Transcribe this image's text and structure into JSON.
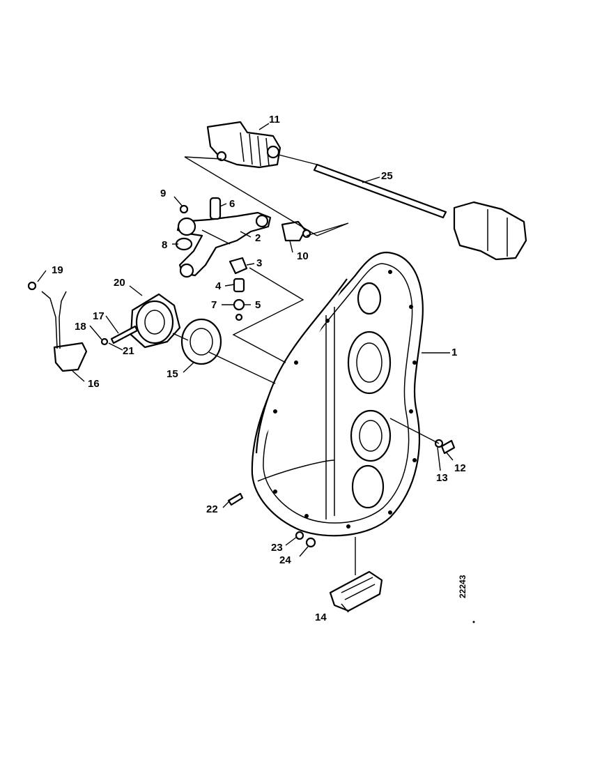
{
  "callouts": [
    {
      "id": "c1",
      "text": "1"
    },
    {
      "id": "c2",
      "text": "2"
    },
    {
      "id": "c3",
      "text": "3"
    },
    {
      "id": "c4",
      "text": "4"
    },
    {
      "id": "c5",
      "text": "5"
    },
    {
      "id": "c6",
      "text": "6"
    },
    {
      "id": "c7",
      "text": "7"
    },
    {
      "id": "c8",
      "text": "8"
    },
    {
      "id": "c9",
      "text": "9"
    },
    {
      "id": "c10",
      "text": "10"
    },
    {
      "id": "c11",
      "text": "11"
    },
    {
      "id": "c12",
      "text": "12"
    },
    {
      "id": "c13",
      "text": "13"
    },
    {
      "id": "c14",
      "text": "14"
    },
    {
      "id": "c15",
      "text": "15"
    },
    {
      "id": "c16",
      "text": "16"
    },
    {
      "id": "c17",
      "text": "17"
    },
    {
      "id": "c18",
      "text": "18"
    },
    {
      "id": "c19",
      "text": "19"
    },
    {
      "id": "c20",
      "text": "20"
    },
    {
      "id": "c21",
      "text": "21"
    },
    {
      "id": "c22",
      "text": "22"
    },
    {
      "id": "c23",
      "text": "23"
    },
    {
      "id": "c24",
      "text": "24"
    },
    {
      "id": "c25",
      "text": "25"
    }
  ],
  "drawing_number": "22243"
}
